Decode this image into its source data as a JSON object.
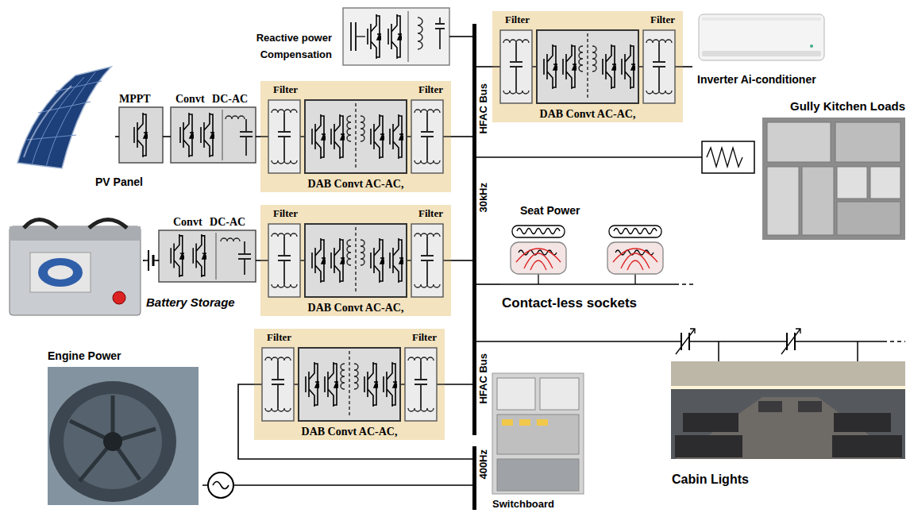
{
  "diagram": {
    "nodes": [
      {
        "text": [
          "Reactive power Compensation"
        ]
      },
      {
        "text": [
          "Filter",
          "Filter",
          "DAB Convt AC-AC,"
        ]
      },
      {
        "text": [
          "Inverter Ai-conditioner"
        ]
      },
      {
        "text": [
          "MPPT"
        ]
      },
      {
        "text": [
          "Convt DC-AC"
        ]
      },
      {
        "text": [
          "Filter",
          "Filter",
          "DAB Convt AC-AC,"
        ]
      },
      {
        "text": [
          "HFAC Bus",
          "30kHz",
          "HFAC Bus"
        ]
      },
      {
        "text": [
          "Gully Kitchen Loads"
        ]
      },
      {
        "text": [
          "PV Panel"
        ]
      },
      {
        "text": [
          "Convt DC-AC"
        ]
      },
      {
        "text": [
          "Filter",
          "Filter",
          "DAB Convt AC-AC,"
        ]
      },
      {
        "text": [
          "Seat Power",
          "Contact-less sockets"
        ]
      },
      {
        "text": [
          "Battery Storage"
        ]
      },
      {
        "text": [
          "Filter",
          "Filter",
          "DAB Convt AC-AC,"
        ]
      },
      {
        "text": [
          "Cabin Lights"
        ]
      },
      {
        "text": [
          "Engine Power"
        ]
      },
      {
        "text": [
          "400Hz"
        ]
      },
      {
        "text": [
          "Switchboard"
        ]
      }
    ],
    "edges": [
      {
        "from": 0,
        "to": 6,
        "arrow": "none"
      },
      {
        "from": 6,
        "to": 1,
        "arrow": "none"
      },
      {
        "from": 1,
        "to": 2,
        "arrow": "none"
      },
      {
        "from": 8,
        "to": 3,
        "arrow": "none"
      },
      {
        "from": 3,
        "to": 4,
        "arrow": "none"
      },
      {
        "from": 4,
        "to": 5,
        "arrow": "none"
      },
      {
        "from": 5,
        "to": 6,
        "arrow": "none"
      },
      {
        "from": 6,
        "to": 7,
        "arrow": "none"
      },
      {
        "from": 12,
        "to": 9,
        "arrow": "none"
      },
      {
        "from": 9,
        "to": 10,
        "arrow": "none"
      },
      {
        "from": 10,
        "to": 6,
        "arrow": "none"
      },
      {
        "from": 6,
        "to": 11,
        "arrow": "none"
      },
      {
        "from": 6,
        "to": 14,
        "arrow": "none"
      },
      {
        "from": 16,
        "to": 13,
        "arrow": "none"
      },
      {
        "from": 13,
        "to": 6,
        "arrow": "none"
      },
      {
        "from": 15,
        "to": 16,
        "arrow": "none"
      }
    ]
  }
}
